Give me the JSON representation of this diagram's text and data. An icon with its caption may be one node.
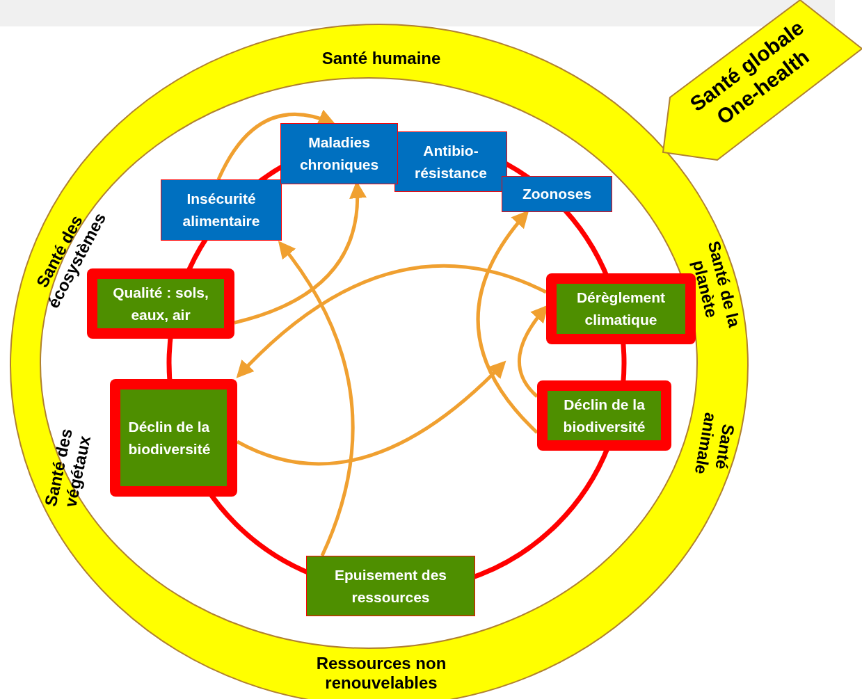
{
  "diagram": {
    "nodes": [
      {
        "text": [
          "Santé globale One-health"
        ]
      },
      {
        "text": [
          "Maladies chroniques"
        ]
      },
      {
        "text": [
          "Antibio- résistance"
        ]
      },
      {
        "text": [
          "Zoonoses"
        ]
      },
      {
        "text": [
          "Insécurité alimentaire"
        ]
      },
      {
        "text": [
          "Qualité : sols, eaux, air"
        ]
      },
      {
        "text": [
          "Dérèglement climatique"
        ]
      },
      {
        "text": [
          "Déclin de la biodiversité"
        ]
      },
      {
        "text": [
          "Déclin de la biodiversité"
        ]
      },
      {
        "text": [
          "Epuisement des ressources"
        ]
      }
    ],
    "edges": [
      {
        "from": 4,
        "to": 1,
        "arrow": "to"
      },
      {
        "from": 5,
        "to": 1,
        "arrow": "to"
      },
      {
        "from": 9,
        "to": 4,
        "arrow": "to"
      },
      {
        "from": 6,
        "to": 7,
        "arrow": "to"
      },
      {
        "from": 7,
        "to": null,
        "arrow": "to"
      },
      {
        "from": 8,
        "to": 3,
        "arrow": "to"
      },
      {
        "from": 8,
        "to": 6,
        "arrow": "to"
      }
    ],
    "labels": [
      "Santé humaine",
      "Santé des écosystèmes",
      "Santé de la planète",
      "Santé des végétaux",
      "Santé animale",
      "Ressources non renouvelables"
    ]
  }
}
